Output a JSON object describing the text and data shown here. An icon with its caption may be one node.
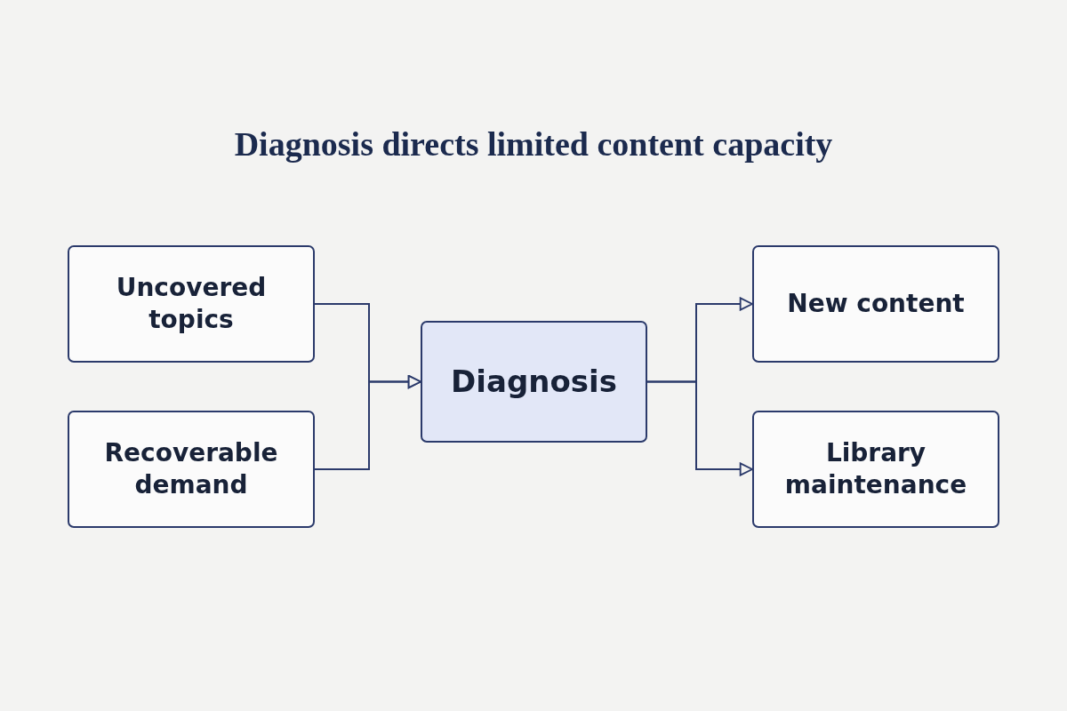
{
  "diagram": {
    "title": "Diagnosis directs limited content capacity",
    "nodes": [
      {
        "text": [
          "Uncovered topics"
        ]
      },
      {
        "text": [
          "Recoverable demand"
        ]
      },
      {
        "text": [
          "Diagnosis"
        ]
      },
      {
        "text": [
          "New content"
        ]
      },
      {
        "text": [
          "Library maintenance"
        ]
      }
    ],
    "edges": [
      {
        "from": 0,
        "to": 2,
        "arrow": "to"
      },
      {
        "from": 1,
        "to": 2,
        "arrow": "to"
      },
      {
        "from": 2,
        "to": 3,
        "arrow": "to"
      },
      {
        "from": 2,
        "to": 4,
        "arrow": "to"
      }
    ]
  }
}
